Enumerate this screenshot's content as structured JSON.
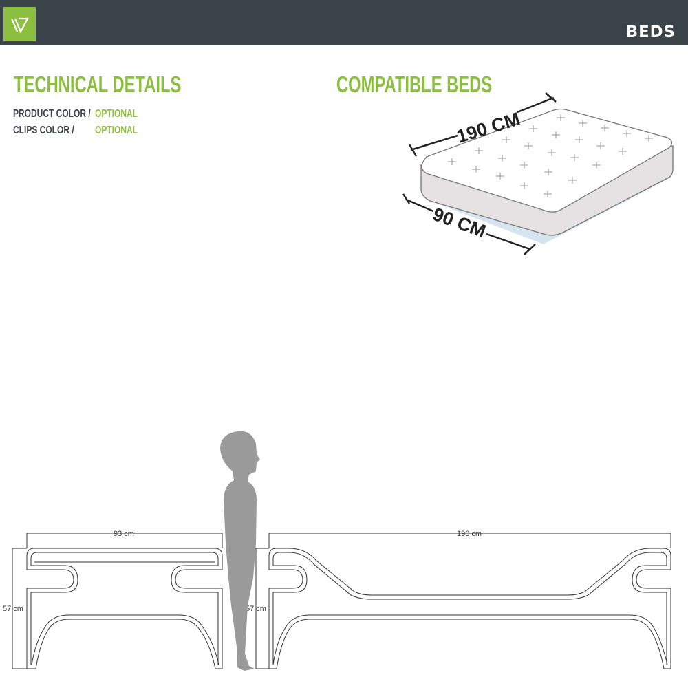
{
  "header": {
    "title": "BEDS",
    "logo_letter": "W"
  },
  "technical": {
    "title": "TECHNICAL DETAILS",
    "rows": [
      {
        "label": "PRODUCT COLOR /",
        "value": "OPTIONAL"
      },
      {
        "label": "CLIPS COLOR /",
        "value": "OPTIONAL"
      }
    ]
  },
  "compatible": {
    "title": "COMPATIBLE BEDS",
    "length": "190 CM",
    "width": "90 CM"
  },
  "drawings": {
    "side_width": "93 cm",
    "side_height": "57 cm",
    "long_length": "190 cm",
    "long_height": "57 cm"
  },
  "colors": {
    "accent": "#8cbf3f",
    "header": "#3b4448"
  }
}
